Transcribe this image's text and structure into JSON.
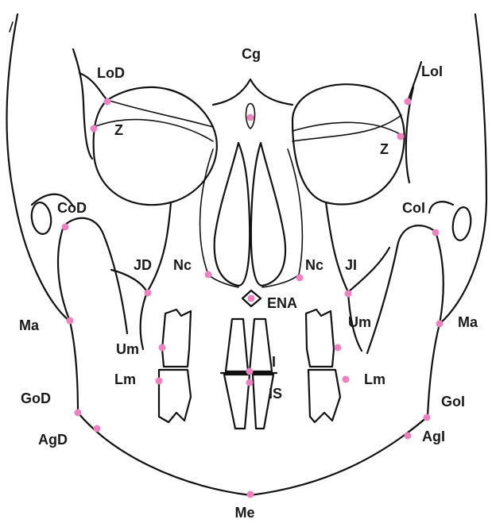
{
  "diagram": {
    "landmark_color": "#ee82c0",
    "line_color": "#111111",
    "labels": {
      "cg": "Cg",
      "lod": "LoD",
      "loi": "LoI",
      "z_right": "Z",
      "z_left": "Z",
      "cod": "CoD",
      "coi": "CoI",
      "jd": "JD",
      "nc_right": "Nc",
      "nc_left": "Nc",
      "ji": "JI",
      "ena": "ENA",
      "ma_right": "Ma",
      "ma_left": "Ma",
      "um_right": "Um",
      "um_left": "Um",
      "i": "I",
      "lm_right": "Lm",
      "lm_left": "Lm",
      "is": "IS",
      "god": "GoD",
      "goi": "GoI",
      "agd": "AgD",
      "agi": "AgI",
      "me": "Me"
    }
  }
}
